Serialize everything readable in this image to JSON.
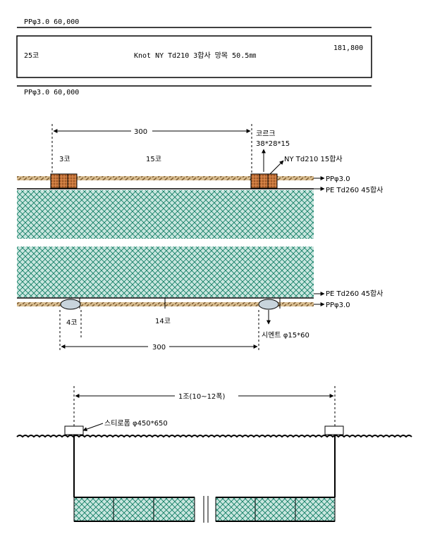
{
  "top_spec": {
    "rope1": "PPφ3.0   60,000",
    "box_left": "25코",
    "box_center": "Knot NY Td210 3합사 망목 50.5㎜",
    "box_right": "181,800",
    "rope2": "PPφ3.0   60,000"
  },
  "net_detail": {
    "top_dim": "300",
    "top_left_count": "3코",
    "top_mid_count": "15코",
    "cork_name": "코르크",
    "cork_size": "38*28*15",
    "ny_label": "NY Td210 15합사",
    "pp_top": "PPφ3.0",
    "pe_top": "PE Td260 45합사",
    "pe_bottom": "PE Td260 45합사",
    "pp_bottom": "PPφ3.0",
    "bottom_left_count": "4코",
    "bottom_mid_count": "14코",
    "cement": "시멘트 φ15*60",
    "bottom_dim": "300"
  },
  "overview": {
    "span_label": "1조(10~12폭)",
    "float_label": "스티로폼 φ450*650"
  },
  "colors": {
    "rope": "#c8a878",
    "net": "#0a7a60",
    "net_bg": "#c9e6df",
    "cork": "#d27a3a",
    "sinker": "#c8d4dc"
  }
}
